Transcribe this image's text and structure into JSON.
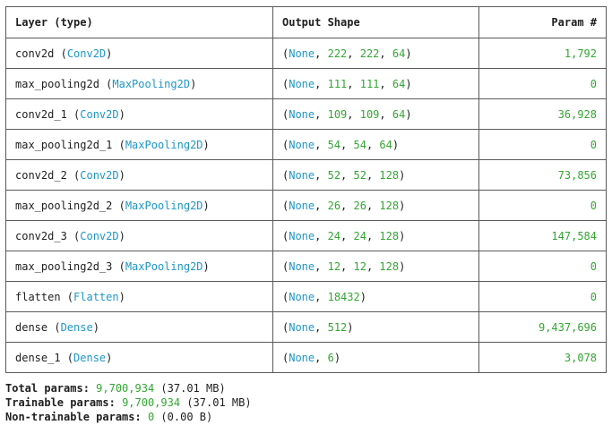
{
  "headers": {
    "layer": "Layer (type)",
    "shape": "Output Shape",
    "params": "Param #"
  },
  "colors": {
    "keyword": "#1e96c8",
    "number": "#33a633",
    "border": "#5a5a5a"
  },
  "layers": [
    {
      "name": "conv2d",
      "type": "Conv2D",
      "shape_none": "None",
      "shape_dims": [
        "222",
        "222",
        "64"
      ],
      "params": "1,792"
    },
    {
      "name": "max_pooling2d",
      "type": "MaxPooling2D",
      "shape_none": "None",
      "shape_dims": [
        "111",
        "111",
        "64"
      ],
      "params": "0"
    },
    {
      "name": "conv2d_1",
      "type": "Conv2D",
      "shape_none": "None",
      "shape_dims": [
        "109",
        "109",
        "64"
      ],
      "params": "36,928"
    },
    {
      "name": "max_pooling2d_1",
      "type": "MaxPooling2D",
      "shape_none": "None",
      "shape_dims": [
        "54",
        "54",
        "64"
      ],
      "params": "0"
    },
    {
      "name": "conv2d_2",
      "type": "Conv2D",
      "shape_none": "None",
      "shape_dims": [
        "52",
        "52",
        "128"
      ],
      "params": "73,856"
    },
    {
      "name": "max_pooling2d_2",
      "type": "MaxPooling2D",
      "shape_none": "None",
      "shape_dims": [
        "26",
        "26",
        "128"
      ],
      "params": "0"
    },
    {
      "name": "conv2d_3",
      "type": "Conv2D",
      "shape_none": "None",
      "shape_dims": [
        "24",
        "24",
        "128"
      ],
      "params": "147,584"
    },
    {
      "name": "max_pooling2d_3",
      "type": "MaxPooling2D",
      "shape_none": "None",
      "shape_dims": [
        "12",
        "12",
        "128"
      ],
      "params": "0"
    },
    {
      "name": "flatten",
      "type": "Flatten",
      "shape_none": "None",
      "shape_dims": [
        "18432"
      ],
      "params": "0"
    },
    {
      "name": "dense",
      "type": "Dense",
      "shape_none": "None",
      "shape_dims": [
        "512"
      ],
      "params": "9,437,696"
    },
    {
      "name": "dense_1",
      "type": "Dense",
      "shape_none": "None",
      "shape_dims": [
        "6"
      ],
      "params": "3,078"
    }
  ],
  "totals": {
    "total": {
      "label": "Total params:",
      "count": "9,700,934",
      "size": "(37.01 MB)"
    },
    "trainable": {
      "label": "Trainable params:",
      "count": "9,700,934",
      "size": "(37.01 MB)"
    },
    "non_trainable": {
      "label": "Non-trainable params:",
      "count": "0",
      "size": "(0.00 B)"
    }
  }
}
